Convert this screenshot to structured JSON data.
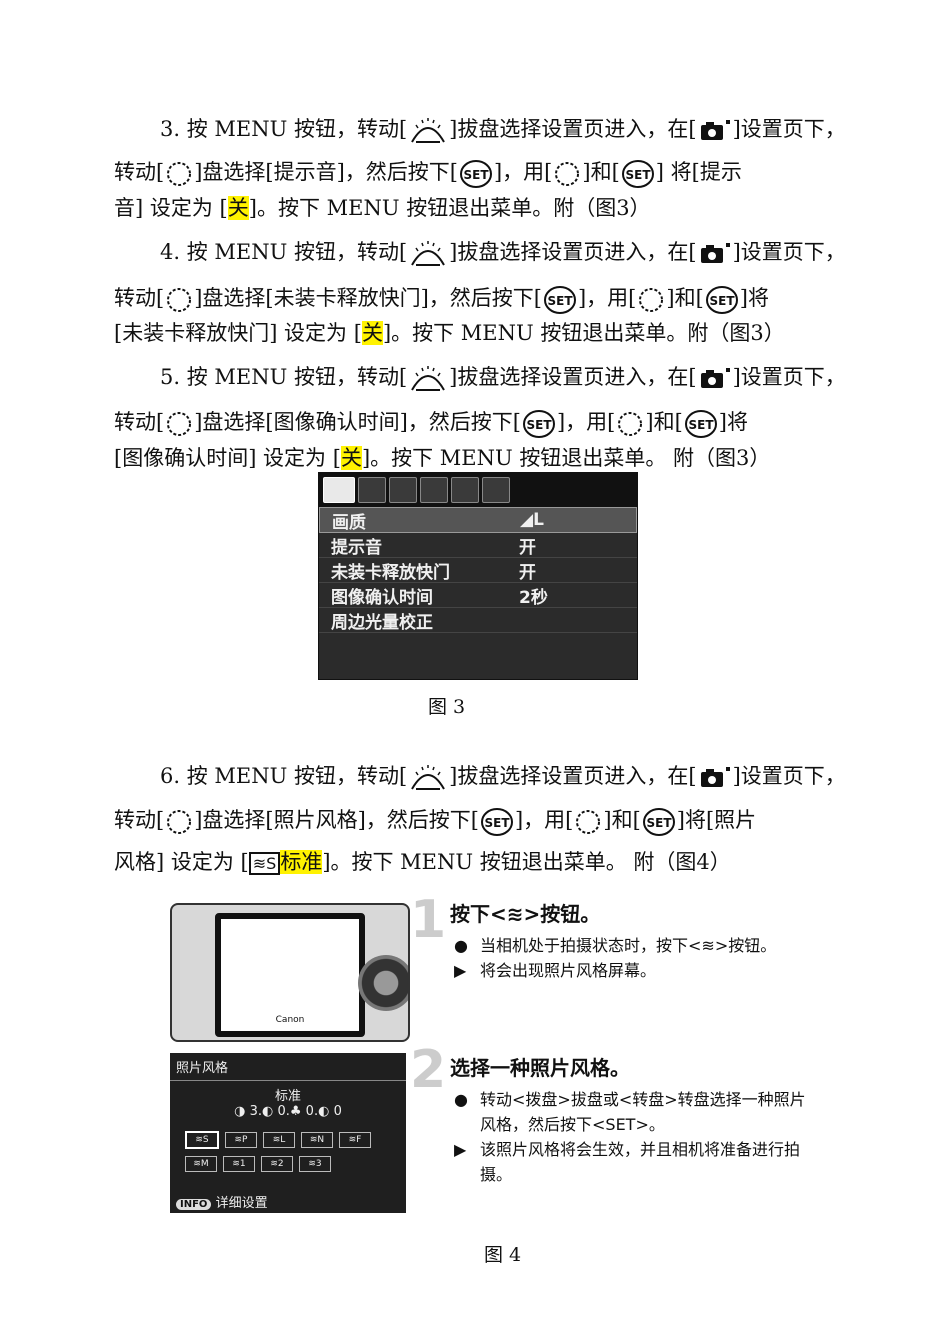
{
  "p3": {
    "l1a": "3. 按 MENU 按钮，转动[",
    "l1b": "]拔盘选择设置页进入，在[",
    "l1c": "]设置页下，",
    "l2a": "转动[",
    "l2b": "]盘选择[提示音]，然后按下[",
    "l2c": "]，用[",
    "l2d": "]和[",
    "l2e": "] 将[提示",
    "l3a": "音] 设定为 [",
    "l3hl": "关",
    "l3b": "]。按下 MENU 按钮退出菜单。附（图3）"
  },
  "p4": {
    "l1a": "4. 按 MENU 按钮，转动[",
    "l1b": "]拔盘选择设置页进入，在[",
    "l1c": "]设置页下，",
    "l2a": "转动[",
    "l2b": "]盘选择[未装卡释放快门]，然后按下[",
    "l2c": "]，用[",
    "l2d": "]和[",
    "l2e": "]将",
    "l3a": "[未装卡释放快门] 设定为 [",
    "l3hl": "关",
    "l3b": "]。按下 MENU 按钮退出菜单。附（图3）"
  },
  "p5": {
    "l1a": "5. 按 MENU 按钮，转动[",
    "l1b": "]拔盘选择设置页进入，在[",
    "l1c": "]设置页下，",
    "l2a": "转动[",
    "l2b": "]盘选择[图像确认时间]，然后按下[",
    "l2c": "]，用[",
    "l2d": "]和[",
    "l2e": "]将",
    "l3a": "[图像确认时间] 设定为 [",
    "l3hl": "关",
    "l3b": "]。按下 MENU 按钮退出菜单。 附（图3）"
  },
  "menu": {
    "rows": [
      {
        "k": "画质",
        "v": "◢L"
      },
      {
        "k": "提示音",
        "v": "开"
      },
      {
        "k": "未装卡释放快门",
        "v": "开"
      },
      {
        "k": "图像确认时间",
        "v": "2秒"
      },
      {
        "k": "周边光量校正",
        "v": ""
      }
    ]
  },
  "fig3": "图 3",
  "p6": {
    "l1a": "6. 按 MENU 按钮，转动[",
    "l1b": "]拔盘选择设置页进入，在[",
    "l1c": "]设置页下，",
    "l2a": "转动[",
    "l2b": "]盘选择[照片风格]，然后按下[",
    "l2c": "]，用[",
    "l2d": "]和[",
    "l2e": "]将[照片",
    "l3a": "风格] 设定为 [",
    "l3icon": "≋S",
    "l3hl": "标准",
    "l3b": "]。按下 MENU 按钮退出菜单。 附（图4）"
  },
  "fig4": {
    "step1_num": "1",
    "step1_title": "按下<≋>按钮。",
    "step1_b1": "当相机处于拍摄状态时，按下<≋>按钮。",
    "step1_b2": "将会出现照片风格屏幕。",
    "step2_num": "2",
    "step2_title": "选择一种照片风格。",
    "step2_b1": "转动<拨盘>拔盘或<转盘>转盘选择一种照片风格，然后按下<SET>。",
    "step2_b2": "该照片风格将会生效，并且相机将准备进行拍摄。",
    "ps_header": "照片风格",
    "ps_name": "标准",
    "ps_params": "◑ 3.◐ 0.♣ 0.◐ 0",
    "ps_chips": [
      "≋S",
      "≋P",
      "≋L",
      "≋N",
      "≋F",
      "≋M",
      "≋1",
      "≋2",
      "≋3"
    ],
    "ps_info": "INFO",
    "ps_info_text": "详细设置",
    "lcd_brand": "Canon",
    "caption": "图 4"
  }
}
